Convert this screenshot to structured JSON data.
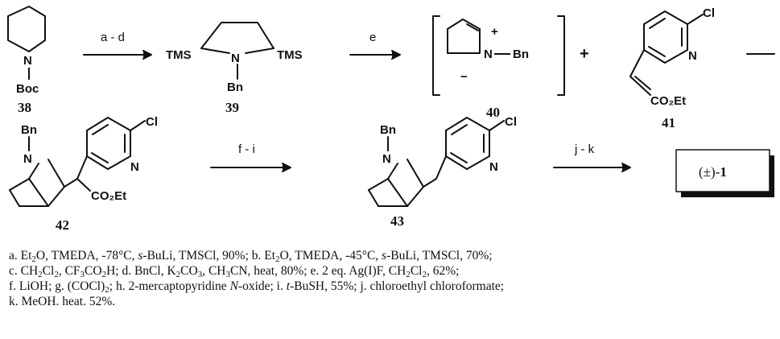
{
  "compounds": {
    "c38": {
      "number": "38",
      "protecting_group": "Boc"
    },
    "c39": {
      "number": "39",
      "substituent_left": "TMS",
      "substituent_right": "TMS",
      "n_substituent": "Bn"
    },
    "c40": {
      "number": "40",
      "n_substituent": "Bn",
      "charge_plus": "+",
      "charge_minus": "−"
    },
    "c41": {
      "number": "41",
      "halogen": "Cl",
      "ester": "CO₂Et"
    },
    "c42": {
      "number": "42",
      "n_substituent": "Bn",
      "halogen": "Cl",
      "ester": "CO₂Et"
    },
    "c43": {
      "number": "43",
      "n_substituent": "Bn",
      "halogen": "Cl"
    }
  },
  "atom_labels": {
    "nitrogen": "N"
  },
  "operators": {
    "plus": "+"
  },
  "arrows": {
    "a1": {
      "label": "a - d"
    },
    "a2": {
      "label": "e"
    },
    "a3": {
      "label": "f - i"
    },
    "a4": {
      "label": "j - k"
    }
  },
  "product": {
    "prefix": "(±)-",
    "number": "1"
  },
  "conditions": [
    [
      "a. Et",
      "2",
      "O, TMEDA, -78°C, ",
      "s",
      "-BuLi, TMSCl, 90%;   b. Et",
      "2",
      "O, TMEDA, -45°C, ",
      "s",
      "-BuLi, TMSCl, 70%;"
    ],
    [
      "c. CH",
      "2",
      "Cl",
      "2",
      ", CF",
      "3",
      "CO",
      "2",
      "H;   d. BnCl, K",
      "2",
      "CO",
      "3",
      ", CH",
      "3",
      "CN, heat, 80%;   e. 2 eq. Ag(I)F, CH",
      "2",
      "Cl",
      "2",
      ", 62%;"
    ],
    [
      "f. LiOH;   g. (COCl)",
      "2",
      ";   h. 2-mercaptopyridine ",
      "N",
      "-oxide;   i. ",
      "t",
      "-BuSH, 55%;   j. chloroethyl chloroformate;"
    ],
    [
      "k. MeOH. heat. 52%."
    ]
  ]
}
